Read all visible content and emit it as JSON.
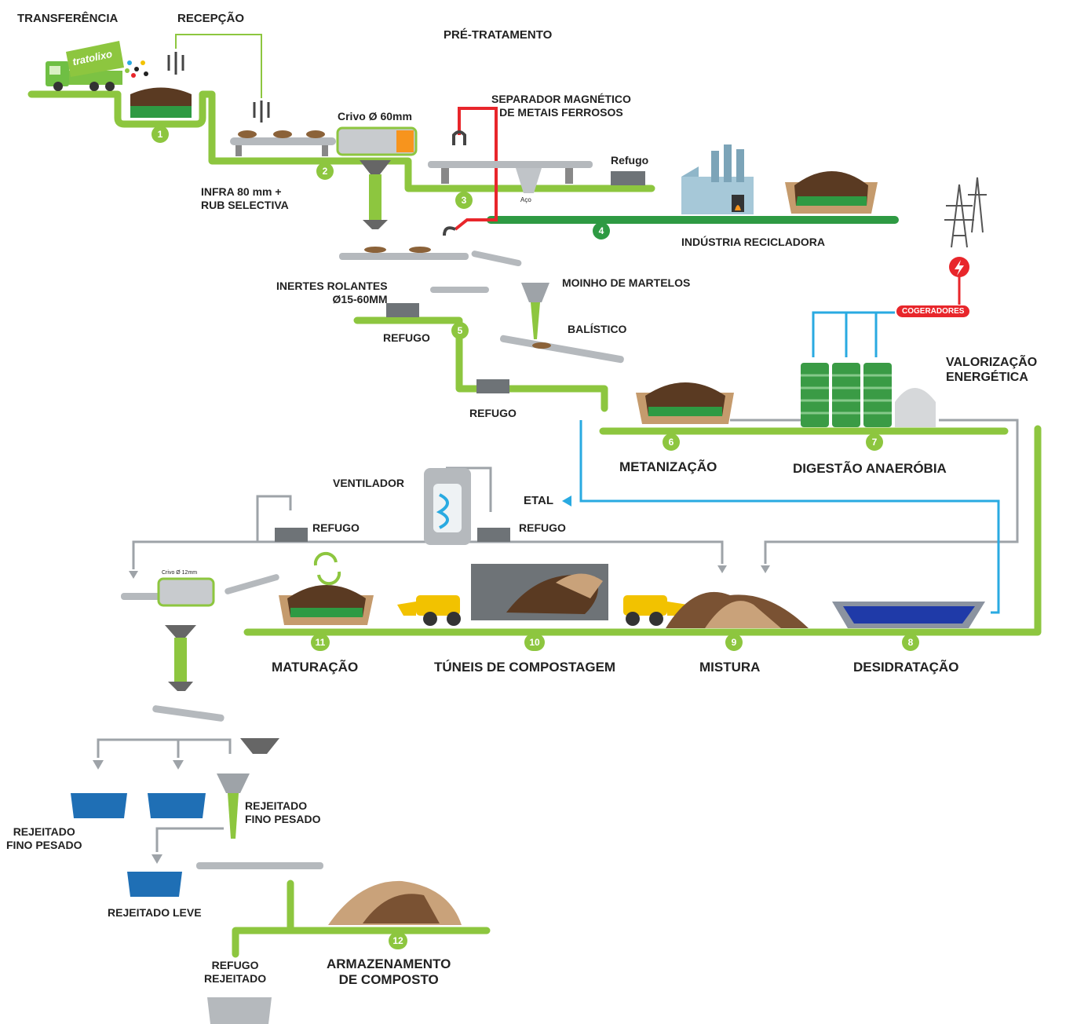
{
  "colors": {
    "green": "#8dc63f",
    "dark_green": "#2e9a43",
    "blue": "#29aae1",
    "red": "#e8262b",
    "gray": "#9ea3a8",
    "brown": "#6b4a2b",
    "bin_blue": "#1f6fb5"
  },
  "brand": "tratolixo",
  "headers": {
    "transferencia": "TRANSFERÊNCIA",
    "recepcao": "RECEPÇÃO",
    "pre_tratamento": "PRÉ-TRATAMENTO",
    "valorizacao": "VALORIZAÇÃO\nENERGÉTICA"
  },
  "labels": {
    "crivo60": "Crivo Ø 60mm",
    "separador": "SEPARADOR MAGNÉTICO\nDE METAIS FERROSOS",
    "refugo_small": "Refugo",
    "infra": "INFRA 80 mm +\nRUB SELECTIVA",
    "aco": "Aço",
    "industria": "INDÚSTRIA RECICLADORA",
    "inertes": "INERTES ROLANTES\nØ15-60MM",
    "moinho": "MOINHO DE MARTELOS",
    "balistico": "BALÍSTICO",
    "refugo_a": "REFUGO",
    "refugo_b": "REFUGO",
    "refugo_c": "REFUGO",
    "refugo_d": "REFUGO",
    "cogeradores": "COGERADORES",
    "metanizacao": "METANIZAÇÃO",
    "digestao": "DIGESTÃO ANAERÓBIA",
    "ventilador": "VENTILADOR",
    "etal": "ETAL",
    "crivo12": "Crivo Ø 12mm",
    "maturacao": "MATURAÇÃO",
    "tuneis": "TÚNEIS DE COMPOSTAGEM",
    "mistura": "MISTURA",
    "desidratacao": "DESIDRATAÇÃO",
    "rej_fino_1": "REJEITADO\nFINO PESADO",
    "rej_fino_2": "REJEITADO\nFINO PESADO",
    "rej_leve": "REJEITADO LEVE",
    "refugo_rejeitado": "REFUGO\nREJEITADO",
    "armazenamento": "ARMAZENAMENTO\nDE COMPOSTO"
  },
  "steps": [
    "1",
    "2",
    "3",
    "4",
    "5",
    "6",
    "7",
    "8",
    "9",
    "10",
    "11",
    "12"
  ]
}
